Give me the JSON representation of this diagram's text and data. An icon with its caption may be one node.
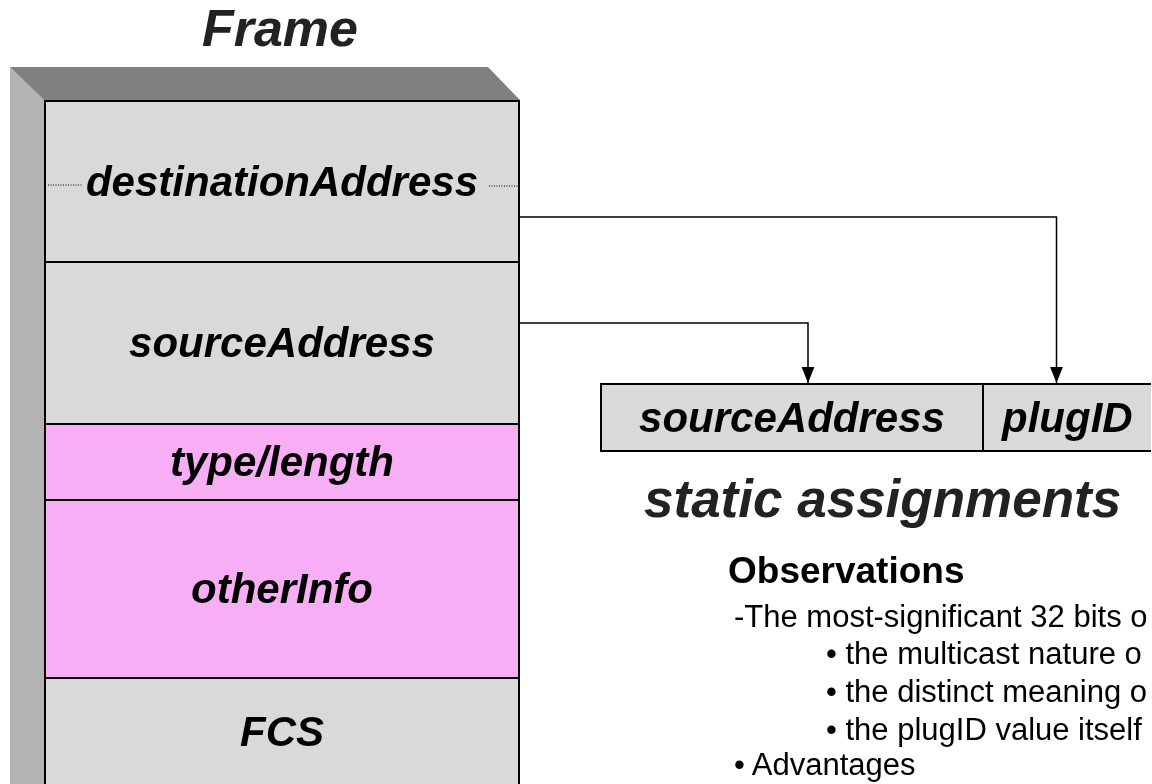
{
  "diagram": {
    "nodes": [
      {
        "text": [
          "Frame"
        ]
      },
      {
        "text": [
          "destinationAddress"
        ],
        "in": 0
      },
      {
        "text": [
          "sourceAddress"
        ],
        "in": 0
      },
      {
        "text": [
          "type/length"
        ],
        "in": 0
      },
      {
        "text": [
          "otherInfo"
        ],
        "in": 0
      },
      {
        "text": [
          "FCS"
        ],
        "in": 0
      },
      {
        "text": [
          "sourceAddress"
        ]
      },
      {
        "text": [
          "plugID"
        ]
      }
    ],
    "edges": [
      {
        "from": 1,
        "to": 7,
        "arrow": "to"
      },
      {
        "from": 2,
        "to": 6,
        "arrow": "to"
      }
    ],
    "labels": [
      "static assignments",
      "Observations",
      "-The most-significant 32 bits o",
      "• the multicast nature o",
      "• the distinct meaning o",
      "• the plugID value itself",
      "• Advantages"
    ]
  }
}
